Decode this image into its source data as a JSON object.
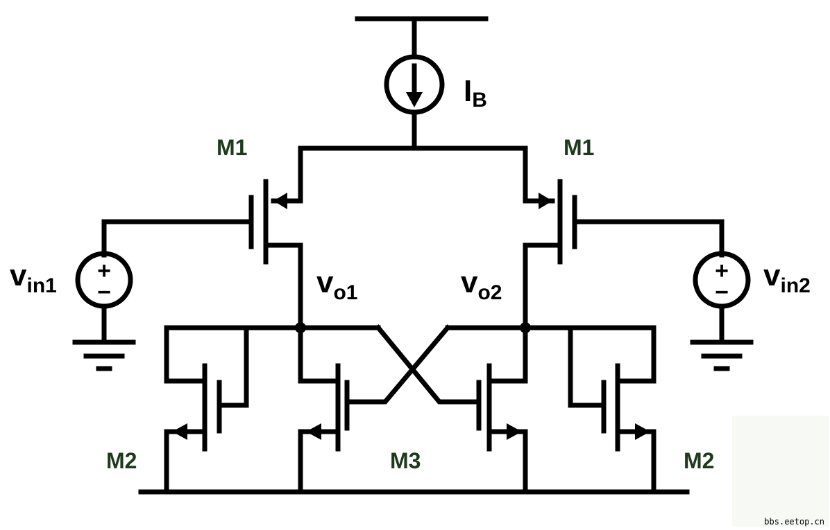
{
  "diagram": {
    "current_source": {
      "name": "I",
      "sub": "B"
    },
    "inputs": [
      {
        "name": "v",
        "sub": "in1"
      },
      {
        "name": "v",
        "sub": "in2"
      }
    ],
    "outputs": [
      {
        "name": "v",
        "sub": "o1"
      },
      {
        "name": "v",
        "sub": "o2"
      }
    ],
    "transistors": {
      "m1_left": "M1",
      "m1_right": "M1",
      "m2_left": "M2",
      "m2_right": "M2",
      "m3": "M3"
    },
    "source_polarity": {
      "plus": "+",
      "minus": "−"
    }
  },
  "watermark": "bbs.eetop.cn"
}
